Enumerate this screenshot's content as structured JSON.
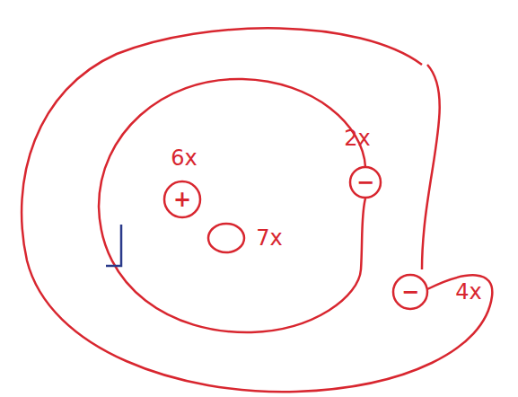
{
  "diagram": {
    "nodes": [
      {
        "text": [
          "6x",
          "+"
        ]
      },
      {
        "text": [
          "7x"
        ]
      },
      {
        "text": [
          "2x",
          "−"
        ]
      },
      {
        "text": [
          "4x",
          "−"
        ]
      }
    ]
  }
}
